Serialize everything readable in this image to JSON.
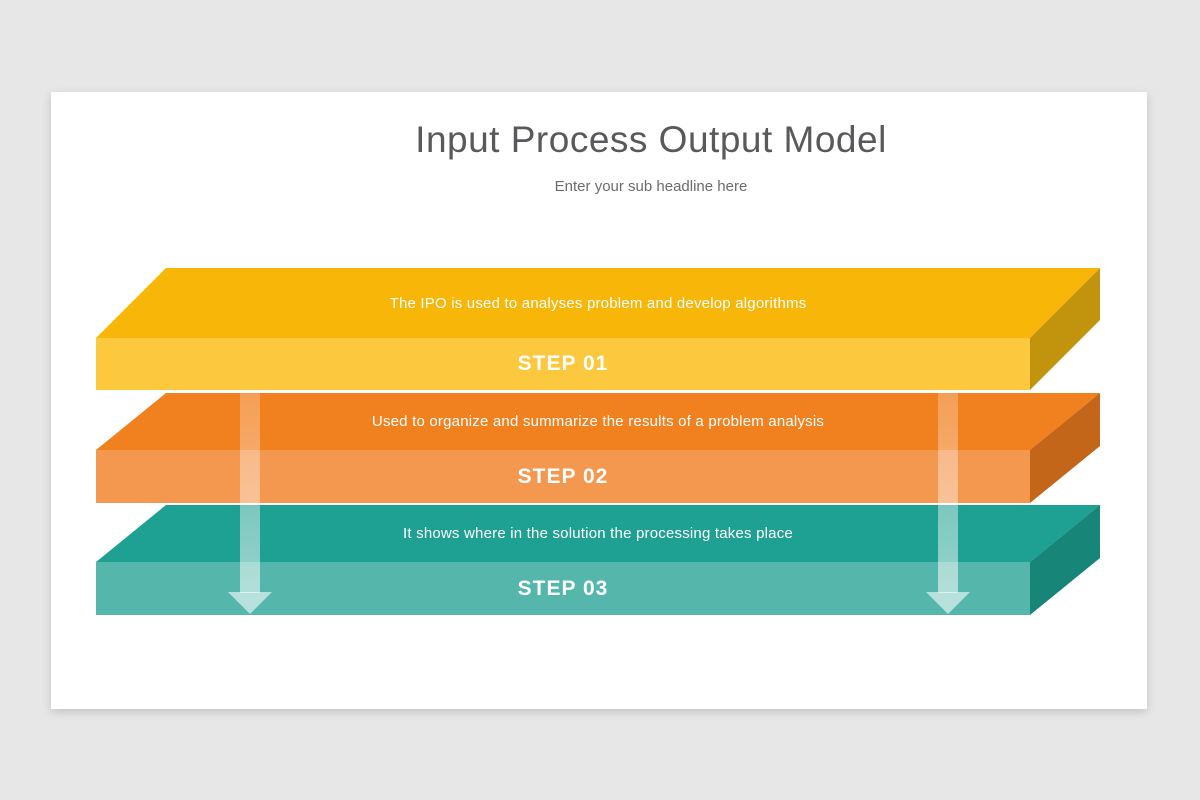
{
  "page": {
    "background_color": "#e8e7e8",
    "card_color": "#ffffff"
  },
  "slide": {
    "title": "Input Process Output Model",
    "subtitle": "Enter your sub headline here",
    "title_color": "#58595b"
  },
  "diagram": {
    "layers": [
      {
        "id": "step-01",
        "step_label": "STEP 01",
        "description": "The IPO is used to analyses problem and develop algorithms",
        "colors": {
          "top": "#f8b608",
          "front": "#fcc83d",
          "side": "#c2940e"
        }
      },
      {
        "id": "step-02",
        "step_label": "STEP 02",
        "description": "Used to organize and summarize the results of a problem analysis",
        "colors": {
          "top": "#f1801f",
          "front": "#f4984f",
          "side": "#c4661a"
        }
      },
      {
        "id": "step-03",
        "step_label": "STEP 03",
        "description": "It shows where in the solution the processing takes place",
        "colors": {
          "top": "#1ea092",
          "front": "#55b7ac",
          "side": "#178578"
        }
      }
    ],
    "arrows": [
      {
        "name": "flow-arrow-left",
        "direction": "down"
      },
      {
        "name": "flow-arrow-right",
        "direction": "down"
      }
    ]
  }
}
